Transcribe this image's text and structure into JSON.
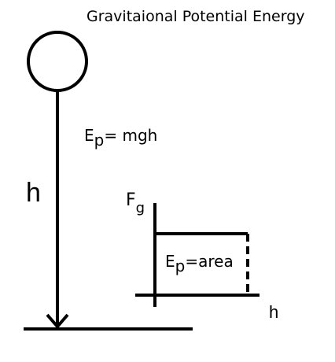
{
  "title": "Gravitaional Potential Energy",
  "ball_label": "h",
  "formula1": {
    "symbol": "E",
    "subscript": "p",
    "rhs": "= mgh"
  },
  "graph": {
    "y_axis_label": "F",
    "y_axis_subscript": "g",
    "x_axis_label": "h",
    "area_label": {
      "symbol": "E",
      "subscript": "p",
      "rhs": "=area"
    }
  },
  "colors": {
    "ink": "#000000",
    "background": "#ffffff"
  }
}
